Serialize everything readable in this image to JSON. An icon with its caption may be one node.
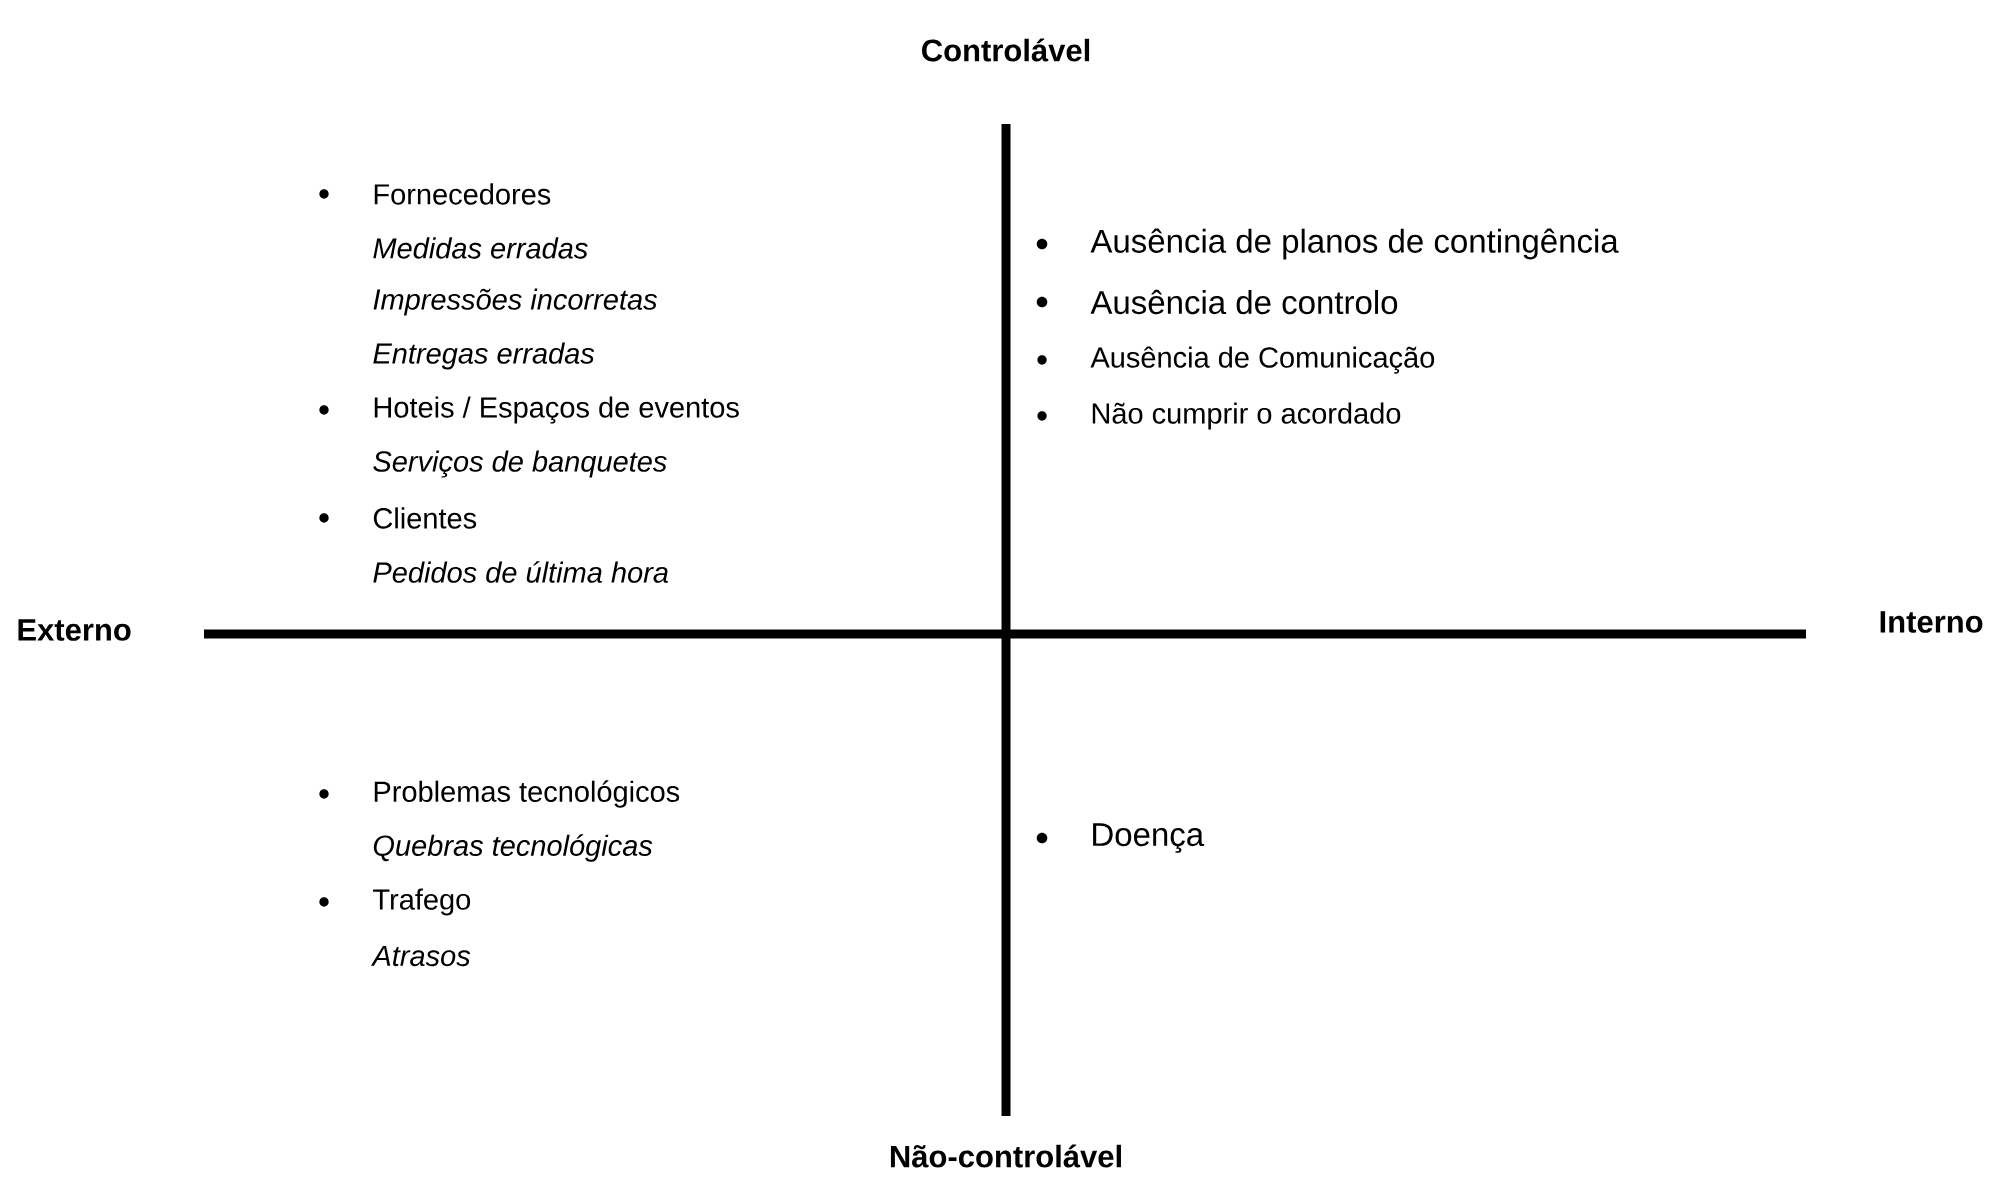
{
  "diagram": {
    "labels": [
      "Controlável",
      "Externo",
      "Interno",
      "Não-controlável",
      "Fornecedores",
      "Medidas erradas",
      "Impressões incorretas",
      "Entregas erradas",
      "Hoteis / Espaços de eventos",
      "Serviços de banquetes",
      "Clientes",
      "Pedidos de última hora",
      "Ausência de planos de contingência",
      "Ausência de controlo",
      "Ausência de Comunicação",
      "Não cumprir o acordado",
      "Problemas tecnológicos",
      "Quebras tecnológicas",
      "Trafego",
      "Atrasos",
      "Doença"
    ]
  }
}
